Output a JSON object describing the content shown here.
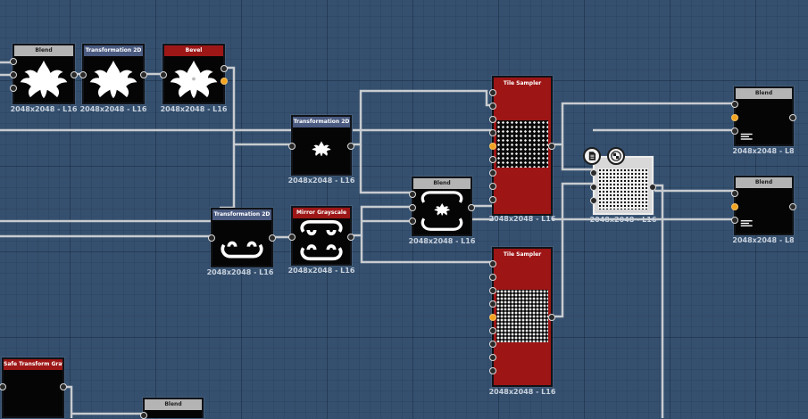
{
  "nodes": {
    "blend_top": {
      "title": "Blend",
      "caption": "2048x2048 - L16"
    },
    "transform_top": {
      "title": "Transformation 2D",
      "caption": "2048x2048 - L16"
    },
    "bevel": {
      "title": "Bevel",
      "caption": "2048x2048 - L16"
    },
    "transform_mid": {
      "title": "Transformation 2D",
      "caption": "2048x2048 - L16"
    },
    "transform_low": {
      "title": "Transformation 2D",
      "caption": "2048x2048 - L16"
    },
    "mirror": {
      "title": "Mirror Grayscale",
      "caption": "2048x2048 - L16"
    },
    "blend_center": {
      "title": "Blend",
      "caption": "2048x2048 - L16"
    },
    "tile_sampler_top": {
      "title": "Tile Sampler",
      "caption": "2048x2048 - L16"
    },
    "tile_sampler_bottom": {
      "title": "Tile Sampler",
      "caption": "2048x2048 - L16"
    },
    "selected_node": {
      "caption": "2048x2048 - L16"
    },
    "blend_right_top": {
      "title": "Blend",
      "caption": "2048x2048 - L8"
    },
    "blend_right_bottom": {
      "title": "Blend",
      "caption": "2048x2048 - L8"
    },
    "safe_transform": {
      "title": "Safe Transform Graysc..."
    },
    "blend_bottom": {
      "title": "Blend"
    }
  },
  "colors": {
    "canvas": "#35506f",
    "wire": "#c8ccd0",
    "header_red": "#9d1717",
    "header_gray": "#b4b4b4",
    "header_slate": "#4a5a80",
    "port_orange": "#f2a320"
  },
  "icons": {
    "node_tools": [
      "document-icon",
      "checker-icon"
    ]
  }
}
